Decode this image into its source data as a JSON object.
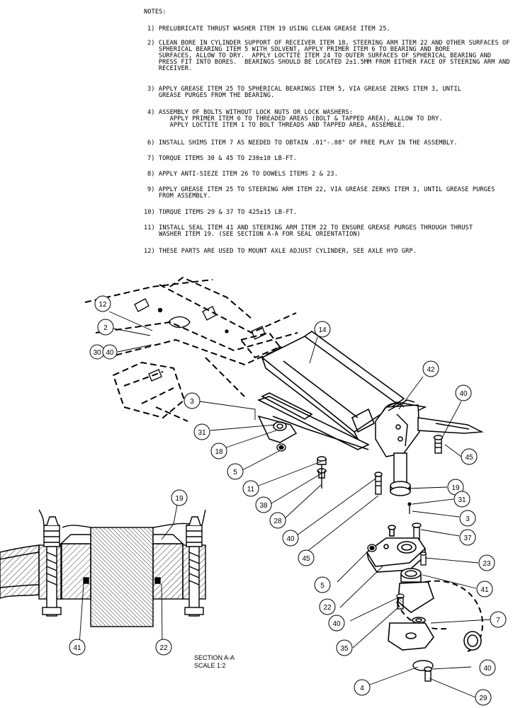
{
  "notes": {
    "heading": "NOTES:",
    "items": [
      {
        "lines": [
          "1) PRELUBRICATE THRUST WASHER ITEM 19 USING CLEAN GREASE ITEM 25."
        ]
      },
      {
        "lines": [
          "2) CLEAN BORE IN CYLINDER SUPPORT OF RECEIVER ITEM 18, STEERING ARM ITEM 22 AND OTHER SURFACES OF",
          "   SPHERICAL BEARING ITEM 5 WITH SOLVENT, APPLY PRIMER ITEM 6 TO BEARING AND BORE",
          "   SURFACES, ALLOW TO DRY.  APPLY LOCTITE ITEM 24 TO OUTER SURFACES OF SPHERICAL BEARING AND",
          "   PRESS FIT INTO BORES.  BEARINGS SHOULD BE LOCATED 2±1.5MM FROM EITHER FACE OF STEERING ARM AND",
          "   RECEIVER."
        ]
      },
      {
        "lines": [
          "3) APPLY GREASE ITEM 25 TO SPHERICAL BEARINGS ITEM 5, VIA GREASE ZERKS ITEM 3, UNTIL",
          "   GREASE PURGES FROM THE BEARING."
        ]
      },
      {
        "lines": [
          "4) ASSEMBLY OF BOLTS WITHOUT LOCK NUTS OR LOCK WASHERS:",
          "      APPLY PRIMER ITEM 6 TO THREADED AREAS (BOLT & TAPPED AREA), ALLOW TO DRY.",
          "      APPLY LOCTITE ITEM 1 TO BOLT THREADS AND TAPPED AREA, ASSEMBLE."
        ]
      },
      {
        "lines": [
          "6) INSTALL SHIMS ITEM 7 AS NEEDED TO OBTAIN .01\"-.08\" OF FREE PLAY IN THE ASSEMBLY."
        ]
      },
      {
        "lines": [
          "7) TORQUE ITEMS 30 & 45 TO 230±10 LB-FT."
        ]
      },
      {
        "lines": [
          "8) APPLY ANTI-SIEZE ITEM 26 TO DOWELS ITEMS 2 & 23."
        ]
      },
      {
        "lines": [
          "9) APPLY GREASE ITEM 25 TO STEERING ARM ITEM 22, VIA GREASE ZERKS ITEM 3, UNTIL GREASE PURGES",
          "   FROM ASSEMBLY."
        ]
      },
      {
        "lines": [
          "10) TORQUE ITEMS 29 & 37 TO 425±15 LB-FT."
        ]
      },
      {
        "lines": [
          "11) INSTALL SEAL ITEM 41 AND STEERING ARM ITEM 22 TO ENSURE GREASE PURGES THROUGH THRUST",
          "    WASHER ITEM 19. (SEE SECTION A-A FOR SEAL ORIENTATION)"
        ]
      },
      {
        "lines": [
          "12) THESE PARTS ARE USED TO MOUNT AXLE ADJUST CYLINDER, SEE AXLE HYD GRP."
        ]
      }
    ]
  },
  "section": {
    "title": "SECTION  A-A",
    "scale": "SCALE  1:2"
  },
  "callouts": [
    "12",
    "2",
    "30",
    "40",
    "14",
    "3",
    "31",
    "18",
    "5",
    "42",
    "40",
    "45",
    "11",
    "38",
    "28",
    "19",
    "31",
    "3",
    "37",
    "40",
    "45",
    "23",
    "5",
    "41",
    "22",
    "40",
    "7",
    "35",
    "40",
    "4",
    "29",
    "19",
    "41",
    "22"
  ]
}
